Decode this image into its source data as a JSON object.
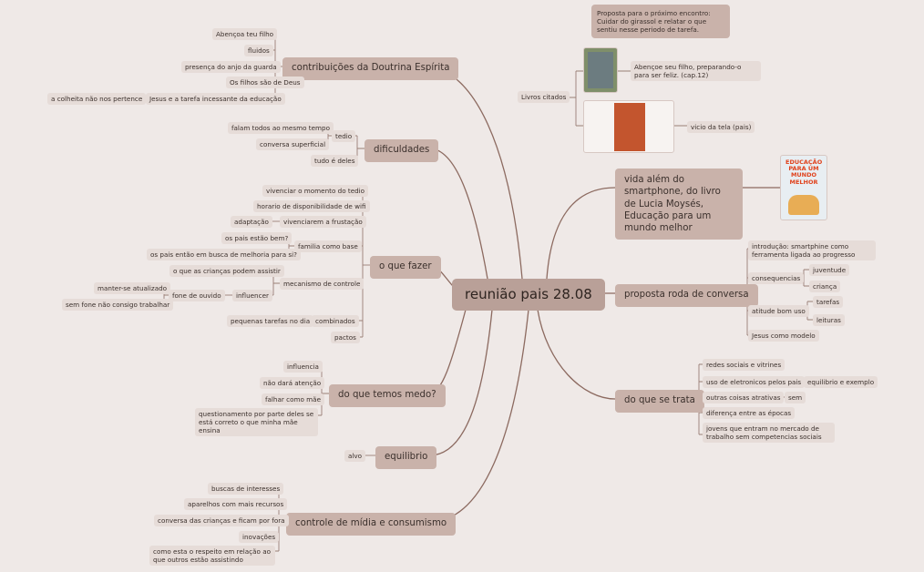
{
  "root": "reunião pais 28.08",
  "note": "Proposta para o próximo encontro: Cuidar do girassol e relatar o que sentiu nesse periodo de tarefa.",
  "livros": {
    "label": "Livros citados",
    "book1": "Abençoe seu filho, preparando-o para ser feliz. (cap.12)",
    "book2": "vicio da tela (pais)",
    "book_cover_text": "EDUCAÇÃO PARA UM MUNDO MELHOR"
  },
  "contrib": {
    "label": "contribuições da Doutrina Espírita",
    "items": [
      "Abençoa teu filho",
      "fluidos",
      "presença do anjo da guarda",
      "Os filhos são de Deus",
      "Jesus e a tarefa incessante da educação"
    ],
    "sub": "a colheita não nos pertence"
  },
  "dific": {
    "label": "dificuldades",
    "tedio": "tedio",
    "tedio_items": [
      "falam todos ao mesmo tempo",
      "conversa superficial"
    ],
    "deles": "tudo é deles"
  },
  "fazer": {
    "label": "o que fazer",
    "vivenciar": "vivenciar o momento do tedio",
    "horario": "horario de disponibilidade de wifi",
    "frustracao": "vivenciarem a frustação",
    "adaptacao": "adaptação",
    "familia": "familia como base",
    "familia_items": [
      "os pais estão bem?",
      "os pais então em busca de melhoria para si?"
    ],
    "mecanismo": "mecanismo de controle",
    "assistir": "o que as crianças podem assistir",
    "influencer": "influencer",
    "fone": "fone de ouvido",
    "fone_items": [
      "manter-se atualizado",
      "sem fone não consigo trabalhar"
    ],
    "combinados": "combinados",
    "tarefas": "pequenas tarefas no dia",
    "pactos": "pactos"
  },
  "medo": {
    "label": "do que temos medo?",
    "items": [
      "influencia",
      "não dará atenção",
      "falhar como mãe"
    ],
    "quest": "questionamento por parte deles se está correto o que minha mãe ensina"
  },
  "equil": {
    "label": "equilibrio",
    "alvo": "alvo"
  },
  "midia": {
    "label": "controle de mídia e consumismo",
    "items": [
      "buscas de interesses",
      "aparelhos com mais recursos",
      "conversa das crianças e ficam por fora",
      "inovações"
    ],
    "last": "como esta o respeito em relação ao que outros estão assistindo"
  },
  "vida": {
    "label": "vida além do smartphone, do livro de Lucia Moysés, Educação para um mundo melhor"
  },
  "roda": {
    "label": "proposta roda de conversa",
    "intro": "introdução: smartphine como ferramenta ligada ao progresso",
    "conseq": "consequencias",
    "conseq_items": [
      "juventude",
      "criança"
    ],
    "atitude": "atitude bom uso",
    "atitude_items": [
      "tarefas",
      "leituras"
    ],
    "jesus": "Jesus como modelo"
  },
  "trata": {
    "label": "do que se trata",
    "redes": "redes sociais e vitrines",
    "uso": "uso de eletronicos pelos pais",
    "equil_ex": "equilibrio e exemplo",
    "outras": "outras coisas atrativas",
    "sem": "sem",
    "diferenca": "diferença entre as épocas",
    "jovens": "jovens que entram no mercado de trabalho sem competencias sociais"
  },
  "colors": {
    "line": "#8c6a60",
    "root": "#b9a098",
    "main": "#c9b2aa",
    "leaf": "#e6dcd8",
    "background": "#efe9e7"
  }
}
